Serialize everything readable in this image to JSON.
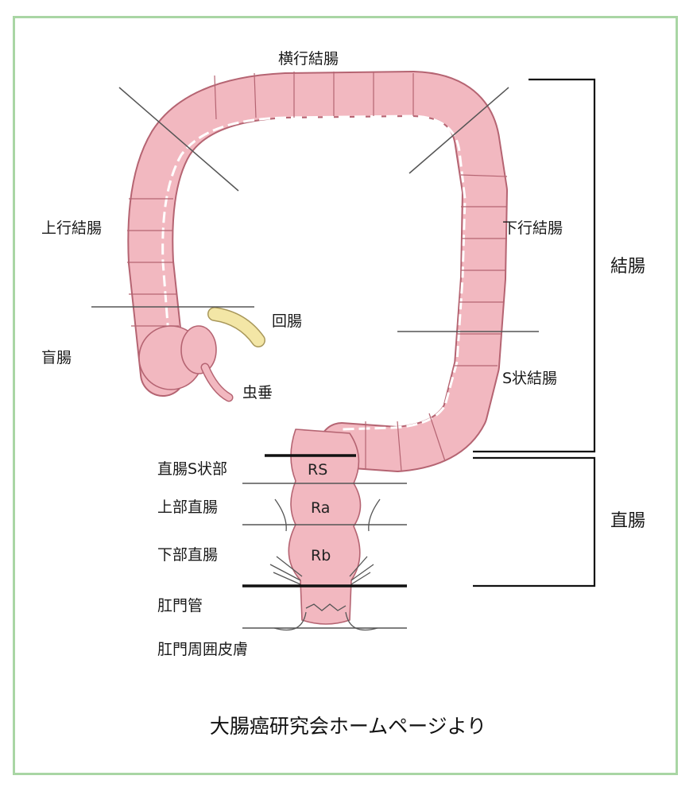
{
  "labels": {
    "transverse_colon": "横行結腸",
    "ascending_colon": "上行結腸",
    "descending_colon": "下行結腸",
    "ileum": "回腸",
    "cecum": "盲腸",
    "appendix": "虫垂",
    "sigmoid_colon": "S状結腸",
    "colon": "結腸",
    "rectum": "直腸",
    "rectosigmoid": "直腸S状部",
    "upper_rectum": "上部直腸",
    "lower_rectum": "下部直腸",
    "anal_canal": "肛門管",
    "perianal_skin": "肛門周囲皮膚"
  },
  "segments": {
    "rs": "RS",
    "ra": "Ra",
    "rb": "Rb"
  },
  "caption": "大腸癌研究会ホームページより",
  "colors": {
    "border": "#a9d6a4",
    "bowel": "#f2b8c0",
    "bowel_outline": "#b56472",
    "ileum": "#f3e6a6"
  }
}
